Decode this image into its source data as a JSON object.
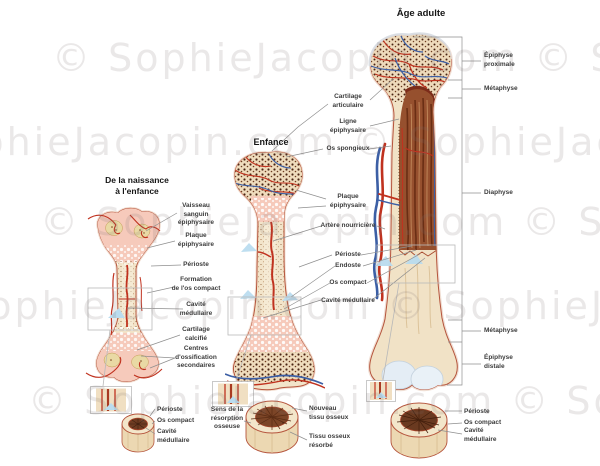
{
  "watermark": {
    "text": "© SophieJacopin.com",
    "row_text": "© SophieJacopin.com © SophieJacopin.com"
  },
  "stages": {
    "birth": {
      "title": "De la naissance\nà l'enfance"
    },
    "childhood": {
      "title": "Enfance"
    },
    "adult": {
      "title": "Âge adulte"
    }
  },
  "labels": {
    "birth": [
      {
        "name": "vaisseau-sanguin-epiphysaire",
        "text": "Vaisseau\nsanguin\népiphysaire"
      },
      {
        "name": "plaque-epiphysaire",
        "text": "Plaque\népiphysaire"
      },
      {
        "name": "perioste",
        "text": "Périoste"
      },
      {
        "name": "formation-os-compact",
        "text": "Formation\nde l'os compact"
      },
      {
        "name": "cavite-medullaire",
        "text": "Cavité\nmédullaire"
      },
      {
        "name": "cartilage-calcifie",
        "text": "Cartilage\ncalcifié"
      },
      {
        "name": "centres-ossification-secondaires",
        "text": "Centres\nd'ossification\nsecondaires"
      }
    ],
    "middle": [
      {
        "name": "cartilage-articulaire",
        "text": "Cartilage\narticulaire"
      },
      {
        "name": "ligne-epiphysaire",
        "text": "Ligne\népiphysaire"
      },
      {
        "name": "os-spongieux",
        "text": "Os spongieux"
      },
      {
        "name": "plaque-epiphysaire",
        "text": "Plaque\népiphysaire"
      },
      {
        "name": "artere-nourriciere",
        "text": "Artère nourricière"
      },
      {
        "name": "perioste",
        "text": "Périoste"
      },
      {
        "name": "endoste",
        "text": "Endoste"
      },
      {
        "name": "os-compact",
        "text": "Os compact"
      },
      {
        "name": "cavite-medullaire",
        "text": "Cavité médullaire"
      }
    ],
    "adult_right": [
      {
        "name": "epiphyse-proximale",
        "text": "Épiphyse\nproximale"
      },
      {
        "name": "metaphyse-superieure",
        "text": "Métaphyse"
      },
      {
        "name": "diaphyse",
        "text": "Diaphyse"
      },
      {
        "name": "metaphyse-inferieure",
        "text": "Métaphyse"
      },
      {
        "name": "epiphyse-distale",
        "text": "Épiphyse\ndistale"
      }
    ],
    "cross_left": [
      {
        "name": "perioste",
        "text": "Périoste"
      },
      {
        "name": "os-compact",
        "text": "Os compact"
      },
      {
        "name": "cavite-medullaire",
        "text": "Cavité\nmédullaire"
      }
    ],
    "cross_middle": [
      {
        "name": "sens-resorption-osseuse",
        "text": "Sens de la\nrésorption\nosseuse"
      },
      {
        "name": "nouveau-tissu-osseux",
        "text": "Nouveau\ntissu osseux"
      },
      {
        "name": "tissu-osseux-resorbe",
        "text": "Tissu osseux\nrésorbé"
      }
    ],
    "cross_right": [
      {
        "name": "perioste",
        "text": "Périoste"
      },
      {
        "name": "os-compact",
        "text": "Os compact"
      },
      {
        "name": "cavite-medullaire",
        "text": "Cavité\nmédullaire"
      }
    ]
  },
  "palette": {
    "bone_beige": "#f2e3c8",
    "cartilage_pink": "#f6cabb",
    "artery_red": "#c0321f",
    "vein_blue": "#3c5fa5",
    "marrow_brown": "#96502e",
    "articular_cartilage_blue": "#e4edf5",
    "resorption_arrow_blue": "#badcef",
    "leader_grey": "#8f8f8f",
    "watermark_grey": "#d9d4d4"
  }
}
